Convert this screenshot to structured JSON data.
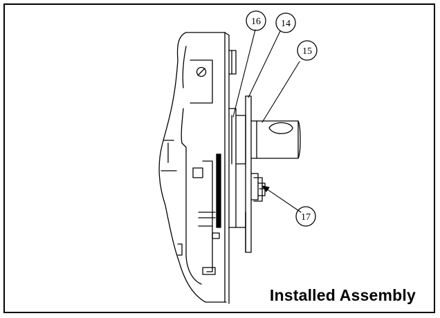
{
  "caption": "Installed Assembly",
  "callouts": [
    {
      "id": "16",
      "label": "16"
    },
    {
      "id": "14",
      "label": "14"
    },
    {
      "id": "15",
      "label": "15"
    },
    {
      "id": "17",
      "label": "17"
    }
  ],
  "colors": {
    "line": "#000000",
    "background": "#ffffff"
  }
}
